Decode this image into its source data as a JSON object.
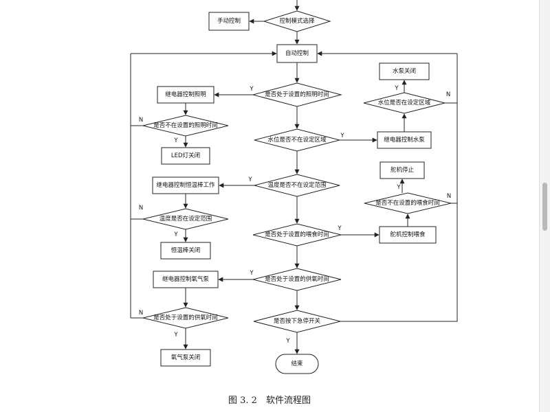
{
  "nodes": {
    "manual_control": "手动控制",
    "mode_select": "控制模式选择",
    "auto_control": "自动控制",
    "relay_light": "继电器控制照明",
    "in_light_time": "是否处于设置的照明时间",
    "not_in_light_time": "是否不在设置的照明时间",
    "led_off": "LED灯关闭",
    "water_not_in_range": "水位是否不在设定区域",
    "relay_pump": "继电器控制水泵",
    "water_in_range": "水位是否在设定区域",
    "pump_off": "水泵关闭",
    "temp_not_in_range": "温度是否不在设定范围",
    "relay_heater": "继电器控制恒温棒工作",
    "temp_in_range": "温度是否在设定范围",
    "heater_off": "恒温棒关闭",
    "in_feed_time": "是否处于设置的喂食时间",
    "servo_feed": "舵机控制喂食",
    "not_in_feed_time": "是否不在设置的喂食时间",
    "servo_stop": "舵机停止",
    "in_oxygen_time": "是否处于设置的供氧时间",
    "relay_oxygen": "继电器控制氧气泵",
    "not_in_oxygen_time": "是否处于设置的供氧时间",
    "oxygen_off": "氧气泵关闭",
    "emergency_stop": "是否按下急停开关",
    "end": "结束"
  },
  "edge_labels": {
    "yes": "Y",
    "no": "N"
  },
  "caption": "图 3. 2　软件流程图"
}
